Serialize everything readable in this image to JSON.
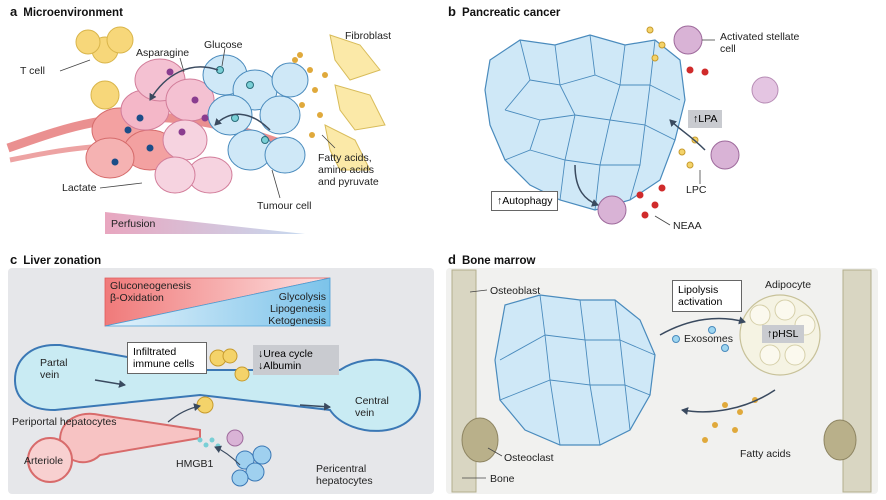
{
  "panels": {
    "a": {
      "letter": "a",
      "title": "Microenvironment"
    },
    "b": {
      "letter": "b",
      "title": "Pancreatic cancer"
    },
    "c": {
      "letter": "c",
      "title": "Liver zonation"
    },
    "d": {
      "letter": "d",
      "title": "Bone marrow"
    }
  },
  "a": {
    "t_cell": "T cell",
    "asparagine": "Asparagine",
    "glucose": "Glucose",
    "fibroblast": "Fibroblast",
    "fatty_acids": "Fatty acids, amino acids and pyruvate",
    "lactate": "Lactate",
    "tumour_cell": "Tumour cell",
    "perfusion": "Perfusion"
  },
  "b": {
    "stellate": "Activated stellate cell",
    "lpa": "↑LPA",
    "autophagy": "↑Autophagy",
    "lpc": "LPC",
    "neaa": "NEAA"
  },
  "c": {
    "gluconeogenesis": "Gluconeogenesis",
    "b_oxidation": "β-Oxidation",
    "glycolysis": "Glycolysis",
    "lipogenesis": "Lipogenesis",
    "ketogenesis": "Ketogenesis",
    "portal_vein": "Partal vein",
    "infiltrated": "Infiltrated immune cells",
    "urea": "↓Urea cycle",
    "albumin": "↓Albumin",
    "central_vein": "Central vein",
    "periportal": "Periportal hepatocytes",
    "arteriole": "Arteriole",
    "hmgb1": "HMGB1",
    "pericentral": "Pericentral hepatocytes"
  },
  "d": {
    "osteoblast": "Osteoblast",
    "lipolysis": "Lipolysis activation",
    "adipocyte": "Adipocyte",
    "exosomes": "Exosomes",
    "phsl": "↑pHSL",
    "osteoclast": "Osteoclast",
    "fatty_acids": "Fatty acids",
    "bone": "Bone"
  },
  "colors": {
    "tumour_fill": "#bfe0f4",
    "tumour_stroke": "#4a8bbd",
    "pink_cell": "#f3c7d6",
    "red_cell": "#f2a0a0",
    "yellow": "#f4d36a",
    "stellate": "#d9b3d6",
    "vessel": "#f08a8a",
    "panel_bg": "#f1f1ef",
    "dot_gold": "#e0a93b",
    "dot_red": "#d02b2b",
    "dot_blue": "#1c4d88",
    "dot_purple": "#8a3d8f",
    "dot_teal": "#79cfd6"
  }
}
